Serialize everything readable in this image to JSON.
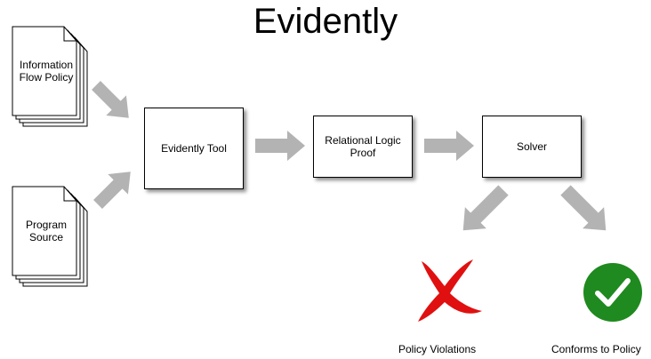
{
  "title": "Evidently",
  "documents": {
    "policy": {
      "label_line1": "Information",
      "label_line2": "Flow Policy"
    },
    "source": {
      "label_line1": "Program",
      "label_line2": "Source"
    }
  },
  "steps": {
    "tool": "Evidently Tool",
    "proof_line1": "Relational Logic",
    "proof_line2": "Proof",
    "solver": "Solver"
  },
  "results": {
    "violations": "Policy Violations",
    "conforms": "Conforms to Policy"
  },
  "colors": {
    "arrow": "#b3b3b3",
    "violation_icon": "#e01010",
    "conforms_icon": "#1f8a1f"
  },
  "icons": {
    "violation": "red-x-icon",
    "conforms": "green-checkmark-icon"
  }
}
